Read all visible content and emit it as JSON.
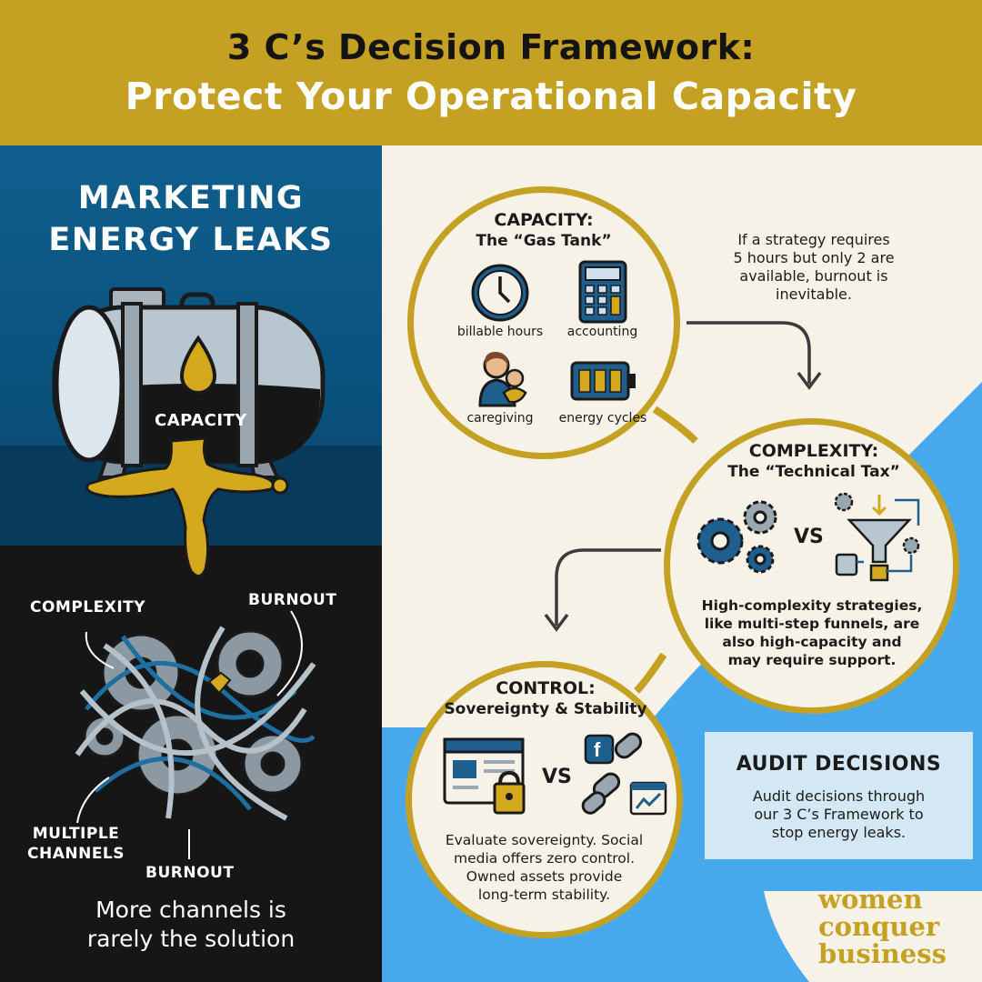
{
  "header": {
    "line1": "3 C’s Decision Framework:",
    "line2": "Protect Your Operational Capacity"
  },
  "left": {
    "title_line1": "MARKETING",
    "title_line2": "ENERGY LEAKS",
    "tank_label": "CAPACITY",
    "labels": {
      "complexity": "COMPLEXITY",
      "burnout_top": "BURNOUT",
      "multiple_line1": "MULTIPLE",
      "multiple_line2": "CHANNELS",
      "burnout_bottom": "BURNOUT"
    },
    "caption_line1": "More channels is",
    "caption_line2": "rarely the solution"
  },
  "capacity": {
    "title": "CAPACITY:",
    "subtitle": "The “Gas Tank”",
    "icons": [
      "billable hours",
      "accounting",
      "caregiving",
      "energy cycles"
    ],
    "note": [
      "If a strategy requires",
      "5 hours but only 2 are",
      "available, burnout is",
      "inevitable."
    ]
  },
  "complexity": {
    "title": "COMPLEXITY:",
    "subtitle": "The “Technical Tax”",
    "vs": "VS",
    "text": [
      "High-complexity strategies,",
      "like multi-step funnels, are",
      "also high-capacity and",
      "may require support."
    ]
  },
  "control": {
    "title": "CONTROL:",
    "subtitle": "Sovereignty & Stability",
    "vs": "VS",
    "icon_letter": "f",
    "text": [
      "Evaluate sovereignty. Social",
      "media offers zero control.",
      "Owned assets provide",
      "long-term stability."
    ]
  },
  "audit": {
    "title": "AUDIT DECISIONS",
    "text": [
      "Audit decisions through",
      "our 3 C’s Framework to",
      "stop energy leaks."
    ]
  },
  "brand": [
    "women",
    "conquer",
    "business"
  ],
  "colors": {
    "gold": "#c4a122",
    "navy": "#0a4f7a",
    "sky": "#47a9ec",
    "cream": "#f6f2e8",
    "dark": "#161616"
  }
}
